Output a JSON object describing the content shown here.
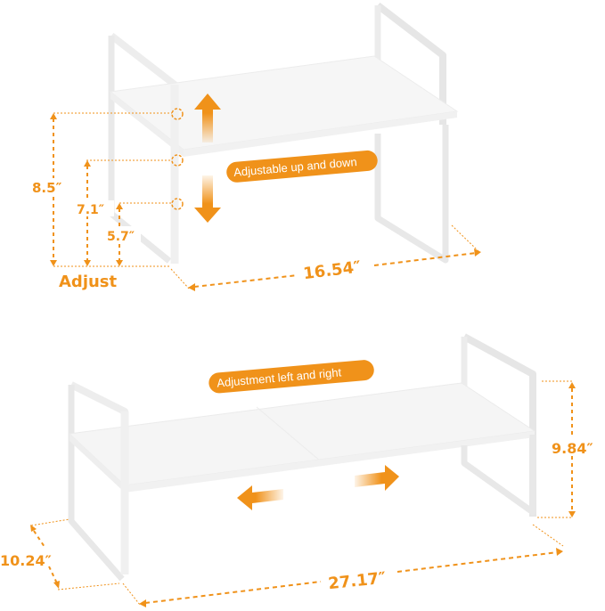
{
  "colors": {
    "accent": "#f0921a",
    "shelf": "#f4f4f4",
    "frame": "#ffffff",
    "frame_edge": "#e2e2e2",
    "background": "#ffffff"
  },
  "top_figure": {
    "callout": "Adjustable up and down",
    "heights": [
      "8.5″",
      "7.1″",
      "5.7″"
    ],
    "height_caption": "Adjust",
    "width": "16.54″",
    "arrows": [
      "arrow-up",
      "arrow-down"
    ]
  },
  "bottom_figure": {
    "callout": "Adjustment left and right",
    "height": "9.84″",
    "depth": "10.24″",
    "width": "27.17″",
    "arrows": [
      "arrow-left",
      "arrow-right"
    ]
  }
}
